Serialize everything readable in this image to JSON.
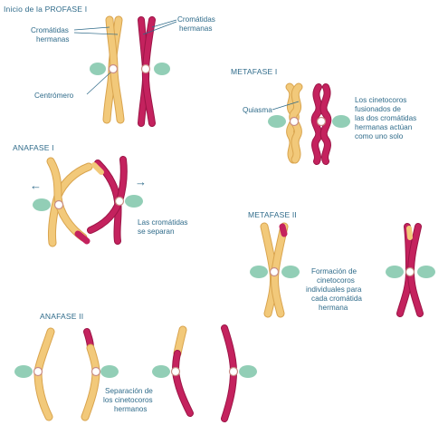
{
  "stages": {
    "prophase1": "Inicio de la PROFASE I",
    "metaphase1": "METAFASE I",
    "anaphase1": "ANAFASE I",
    "metaphase2": "METAFASE II",
    "anaphase2": "ANAFASE II"
  },
  "labels": {
    "sister_chromatids_left": [
      "Cromátidas",
      "hermanas"
    ],
    "sister_chromatids_right": [
      "Cromátidas",
      "hermanas"
    ],
    "centromere": "Centrómero",
    "chiasma": "Quiasma",
    "kinetochores_fused": [
      "Los cinetocoros",
      "fusionados de",
      "las dos cromátidas",
      "hermanas actúan",
      "como uno solo"
    ],
    "chromatids_separate": [
      "Las cromátidas",
      "se separan"
    ],
    "individual_kinetochores": [
      "Formación de",
      "cinetocoros",
      "individuales para",
      "cada cromátida",
      "hermana"
    ],
    "kinetochore_separation": [
      "Separación de",
      "los cinetocoros",
      "hermanos"
    ]
  },
  "arrows": {
    "left": "←",
    "right": "→"
  },
  "colors": {
    "maternal": "#f2c97a",
    "paternal": "#c4225e",
    "kinetochore": "#7fc6a9",
    "text": "#2f6b8a"
  }
}
